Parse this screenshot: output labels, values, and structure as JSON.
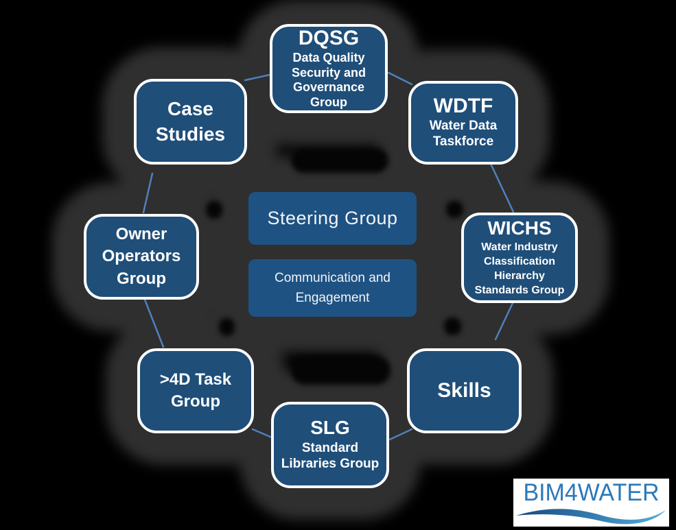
{
  "colors": {
    "page_bg": "#000000",
    "blob": "#2f2f2f",
    "node_fill": "#1f4e79",
    "node_border": "#ffffff",
    "center_fill": "#1e5282",
    "connector": "#4f81bd",
    "node_text": "#ffffff",
    "logo_bg": "#ffffff",
    "logo_text_color": "#2b79b9",
    "wave_dark": "#16477e",
    "wave_light": "#54aede"
  },
  "nodes": {
    "dqsg": {
      "title": "DQSG",
      "subtitle": "Data Quality Security and Governance Group"
    },
    "case": {
      "title": "Case Studies"
    },
    "wdtf": {
      "title": "WDTF",
      "subtitle": "Water Data Taskforce"
    },
    "owner": {
      "title": "Owner Operators Group"
    },
    "wichs": {
      "title": "WICHS",
      "subtitle": "Water Industry Classification Hierarchy Standards Group"
    },
    "fourd": {
      "title": ">4D Task Group"
    },
    "skills": {
      "title": "Skills"
    },
    "slg": {
      "title": "SLG",
      "subtitle": "Standard Libraries Group"
    }
  },
  "center": {
    "steering": "Steering Group",
    "communication": "Communication and Engagement"
  },
  "logo": {
    "text": "BIM4WATER"
  }
}
